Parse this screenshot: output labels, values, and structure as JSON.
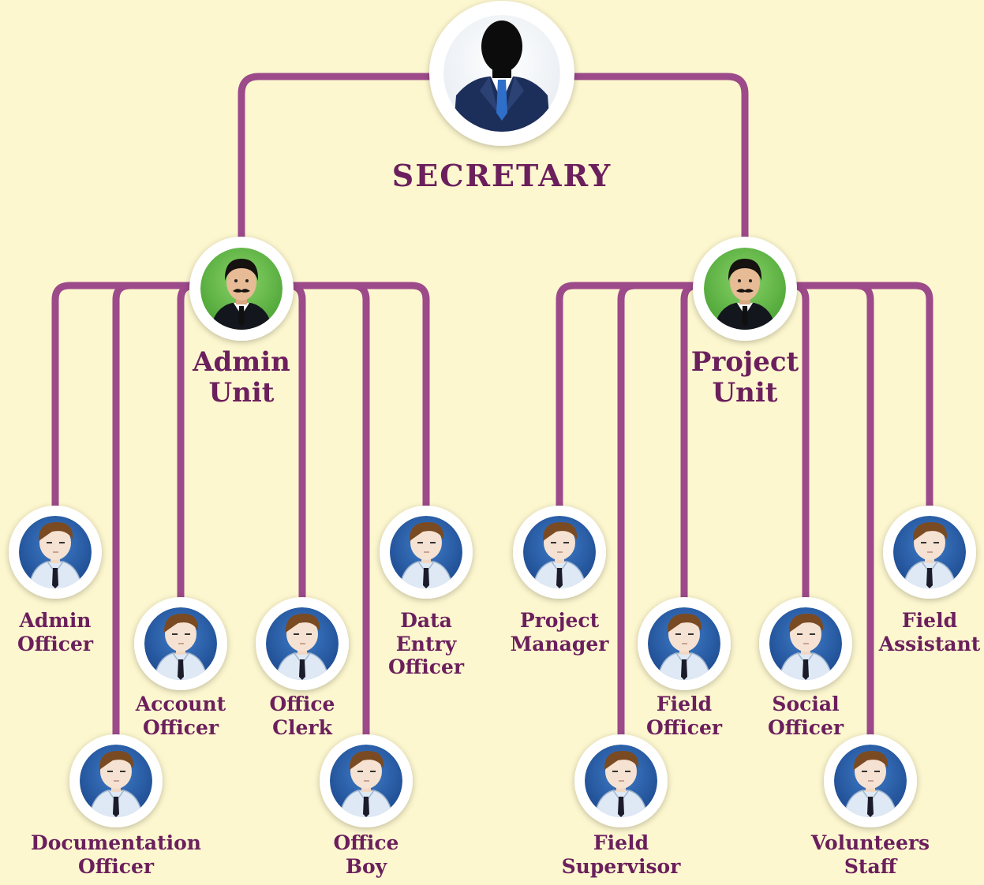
{
  "colors": {
    "background": "#fdf7cf",
    "connector": "#9c4a8a",
    "label": "#6b1f5c",
    "unit_avatar_bg": "#6cc04a",
    "staff_avatar_bg": "#2b5fa8",
    "suit": "#1c2e5a"
  },
  "top": {
    "label": "SECRETARY",
    "icon": "executive-silhouette-icon"
  },
  "units": [
    {
      "line1": "Admin",
      "line2": "Unit",
      "icon": "manager-avatar-icon",
      "staff": [
        {
          "line1": "Admin",
          "line2": "Officer",
          "line3": ""
        },
        {
          "line1": "Documentation",
          "line2": "Officer",
          "line3": ""
        },
        {
          "line1": "Account",
          "line2": "Officer",
          "line3": ""
        },
        {
          "line1": "Office",
          "line2": "Clerk",
          "line3": ""
        },
        {
          "line1": "Office",
          "line2": "Boy",
          "line3": ""
        },
        {
          "line1": "Data",
          "line2": "Entry",
          "line3": "Officer"
        }
      ]
    },
    {
      "line1": "Project",
      "line2": "Unit",
      "icon": "manager-avatar-icon",
      "staff": [
        {
          "line1": "Project",
          "line2": "Manager",
          "line3": ""
        },
        {
          "line1": "Field",
          "line2": "Supervisor",
          "line3": ""
        },
        {
          "line1": "Field",
          "line2": "Officer",
          "line3": ""
        },
        {
          "line1": "Social",
          "line2": "Officer",
          "line3": ""
        },
        {
          "line1": "Volunteers",
          "line2": "Staff",
          "line3": ""
        },
        {
          "line1": "Field",
          "line2": "Assistant",
          "line3": ""
        }
      ]
    }
  ]
}
